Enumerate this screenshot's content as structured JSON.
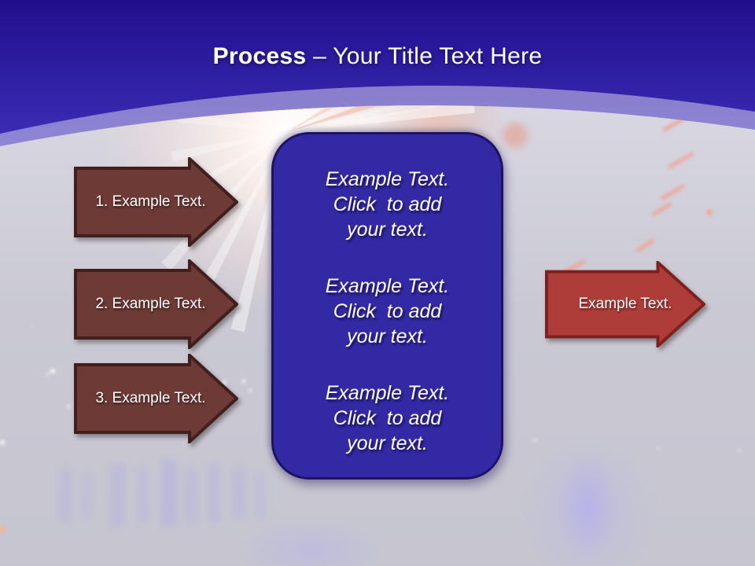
{
  "title": {
    "bold_text": "Process",
    "regular_text": "– Your Title Text Here"
  },
  "left_arrows": [
    {
      "label": "1. Example Text."
    },
    {
      "label": "2. Example Text."
    },
    {
      "label": "3. Example Text."
    }
  ],
  "right_arrow": {
    "label": "Example Text."
  },
  "center_box": {
    "paragraphs": [
      "Example Text.\nClick  to add\nyour text.",
      "Example Text.\nClick  to add\nyour text.",
      "Example Text.\nClick  to add\nyour text."
    ]
  },
  "colors": {
    "header_blue_top": "#200e8c",
    "header_blue_bottom": "#3d2db6",
    "dome_gray": "#c9c8d3",
    "box_fill": "#3329a4",
    "box_border": "#1c1366",
    "left_arrow_fill": "#6d3a36",
    "left_arrow_border": "#421f1c",
    "right_arrow_fill": "#ae3c38",
    "right_arrow_border": "#7c211e",
    "text_white": "#ffffff"
  }
}
